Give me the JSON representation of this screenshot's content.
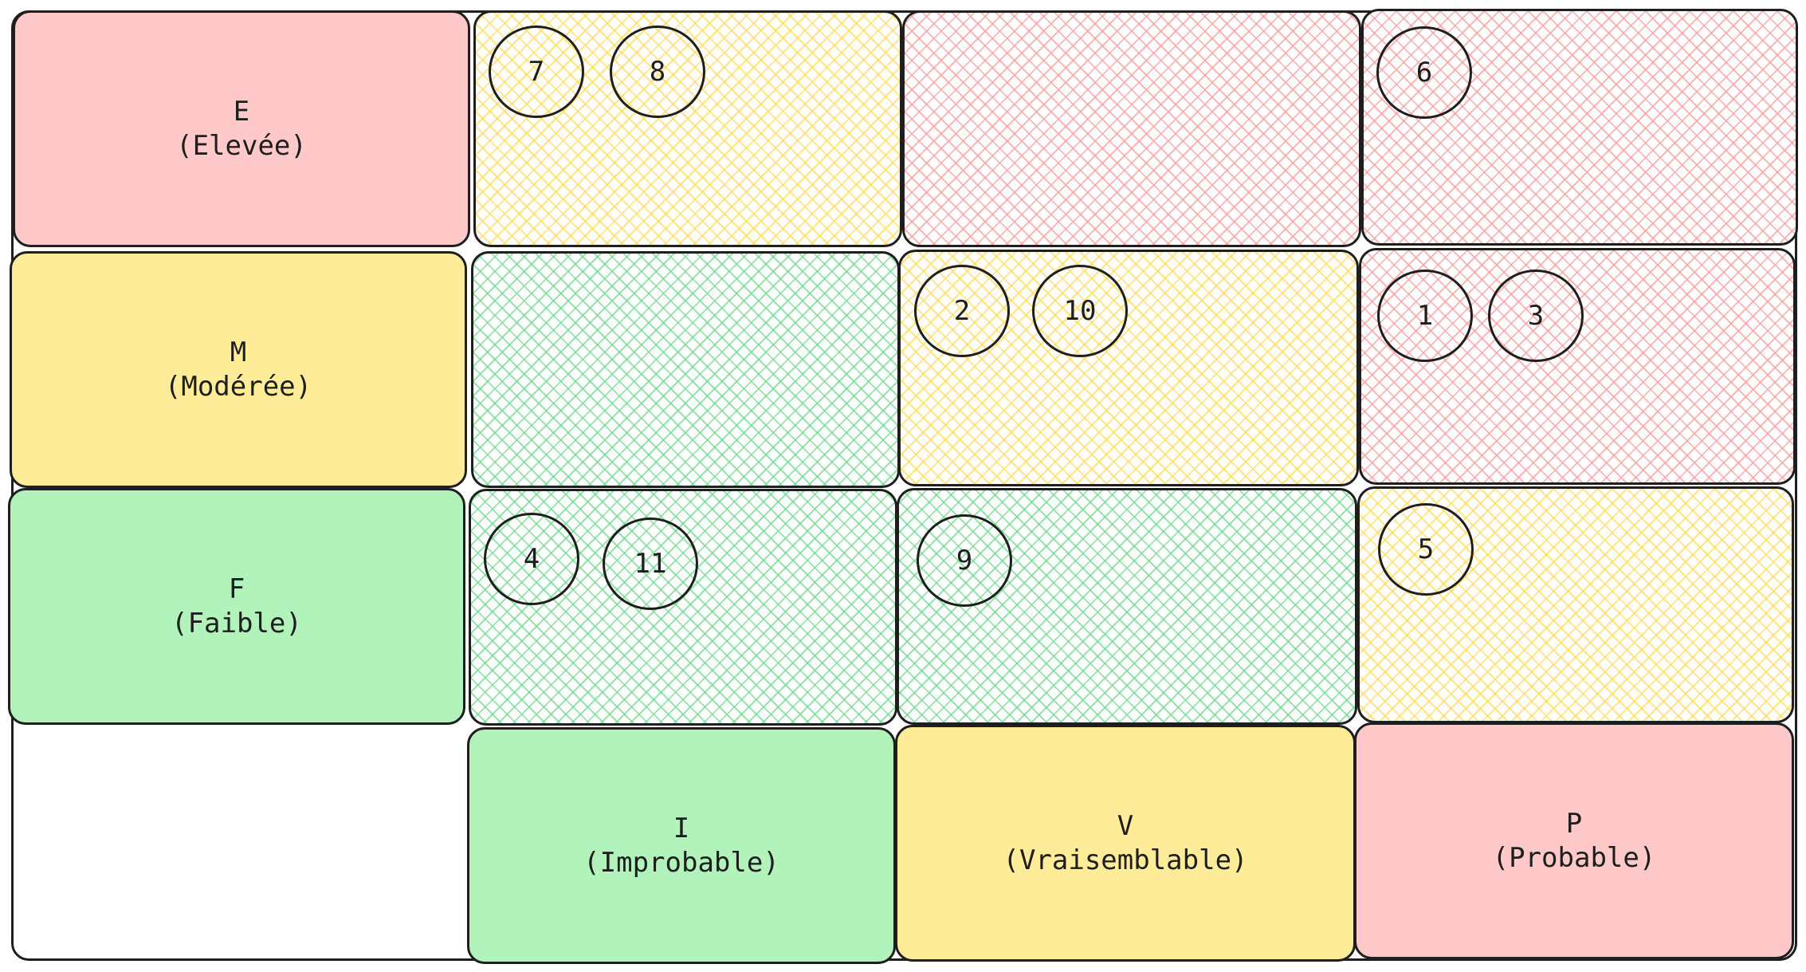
{
  "severity_levels": [
    {
      "code": "E",
      "label": "(Elevée)"
    },
    {
      "code": "M",
      "label": "(Modérée)"
    },
    {
      "code": "F",
      "label": "(Faible)"
    }
  ],
  "likelihood_levels": [
    {
      "code": "I",
      "label": "(Improbable)"
    },
    {
      "code": "V",
      "label": "(Vraisemblable)"
    },
    {
      "code": "P",
      "label": "(Probable)"
    }
  ],
  "risk_cells": [
    {
      "severity": "E",
      "likelihood": "I",
      "risk": "yellow",
      "items": [
        "7",
        "8"
      ]
    },
    {
      "severity": "E",
      "likelihood": "V",
      "risk": "red",
      "items": []
    },
    {
      "severity": "E",
      "likelihood": "P",
      "risk": "red",
      "items": [
        "6"
      ]
    },
    {
      "severity": "M",
      "likelihood": "I",
      "risk": "green",
      "items": []
    },
    {
      "severity": "M",
      "likelihood": "V",
      "risk": "yellow",
      "items": [
        "2",
        "10"
      ]
    },
    {
      "severity": "M",
      "likelihood": "P",
      "risk": "red",
      "items": [
        "1",
        "3"
      ]
    },
    {
      "severity": "F",
      "likelihood": "I",
      "risk": "green",
      "items": [
        "4",
        "11"
      ]
    },
    {
      "severity": "F",
      "likelihood": "V",
      "risk": "green",
      "items": [
        "9"
      ]
    },
    {
      "severity": "F",
      "likelihood": "P",
      "risk": "yellow",
      "items": [
        "5"
      ]
    }
  ],
  "colors": {
    "red": "#ffc9c9",
    "yellow": "#ffec99",
    "green": "#b2f2bb",
    "stroke": "#1e1e1e"
  }
}
